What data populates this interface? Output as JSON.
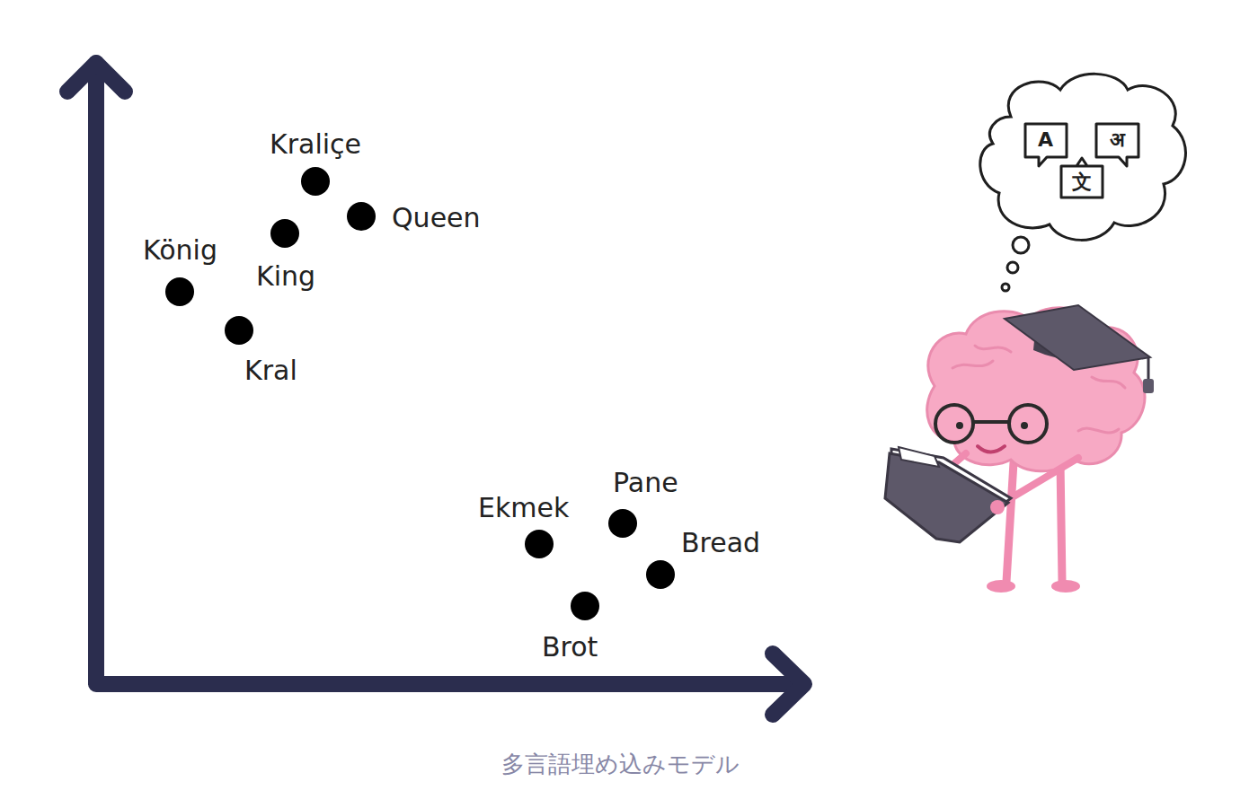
{
  "diagram": {
    "caption": "多言語埋め込みモデル",
    "labels": [
      "Kraliçe",
      "Queen",
      "König",
      "King",
      "Kral",
      "Ekmek",
      "Pane",
      "Bread",
      "Brot",
      "A",
      "अ",
      "文"
    ]
  }
}
